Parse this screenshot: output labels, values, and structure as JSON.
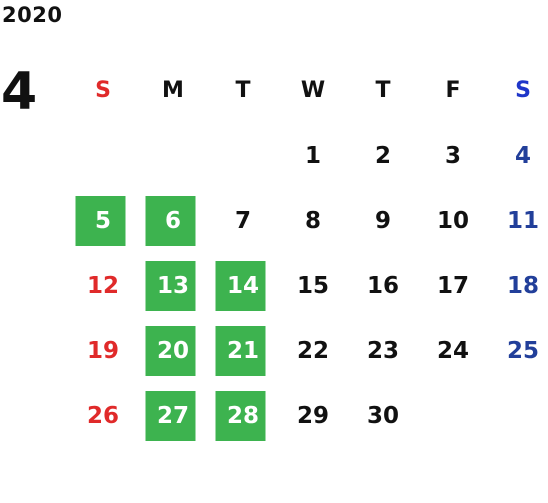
{
  "calendar": {
    "year": "2020",
    "month": "4",
    "weekdays": [
      "S",
      "M",
      "T",
      "W",
      "T",
      "F",
      "S"
    ],
    "colors": {
      "sunday": "#e02a2a",
      "saturday_header": "#1f36c9",
      "saturday": "#223f9a",
      "highlight_bg": "#3db34f",
      "default": "#111111"
    },
    "weeks": [
      [
        "",
        "",
        "",
        "1",
        "2",
        "3",
        "4"
      ],
      [
        "5",
        "6",
        "7",
        "8",
        "9",
        "10",
        "11"
      ],
      [
        "12",
        "13",
        "14",
        "15",
        "16",
        "17",
        "18"
      ],
      [
        "19",
        "20",
        "21",
        "22",
        "23",
        "24",
        "25"
      ],
      [
        "26",
        "27",
        "28",
        "29",
        "30",
        "",
        ""
      ]
    ],
    "highlighted_days": [
      "5",
      "6",
      "13",
      "14",
      "20",
      "21",
      "27",
      "28"
    ]
  }
}
